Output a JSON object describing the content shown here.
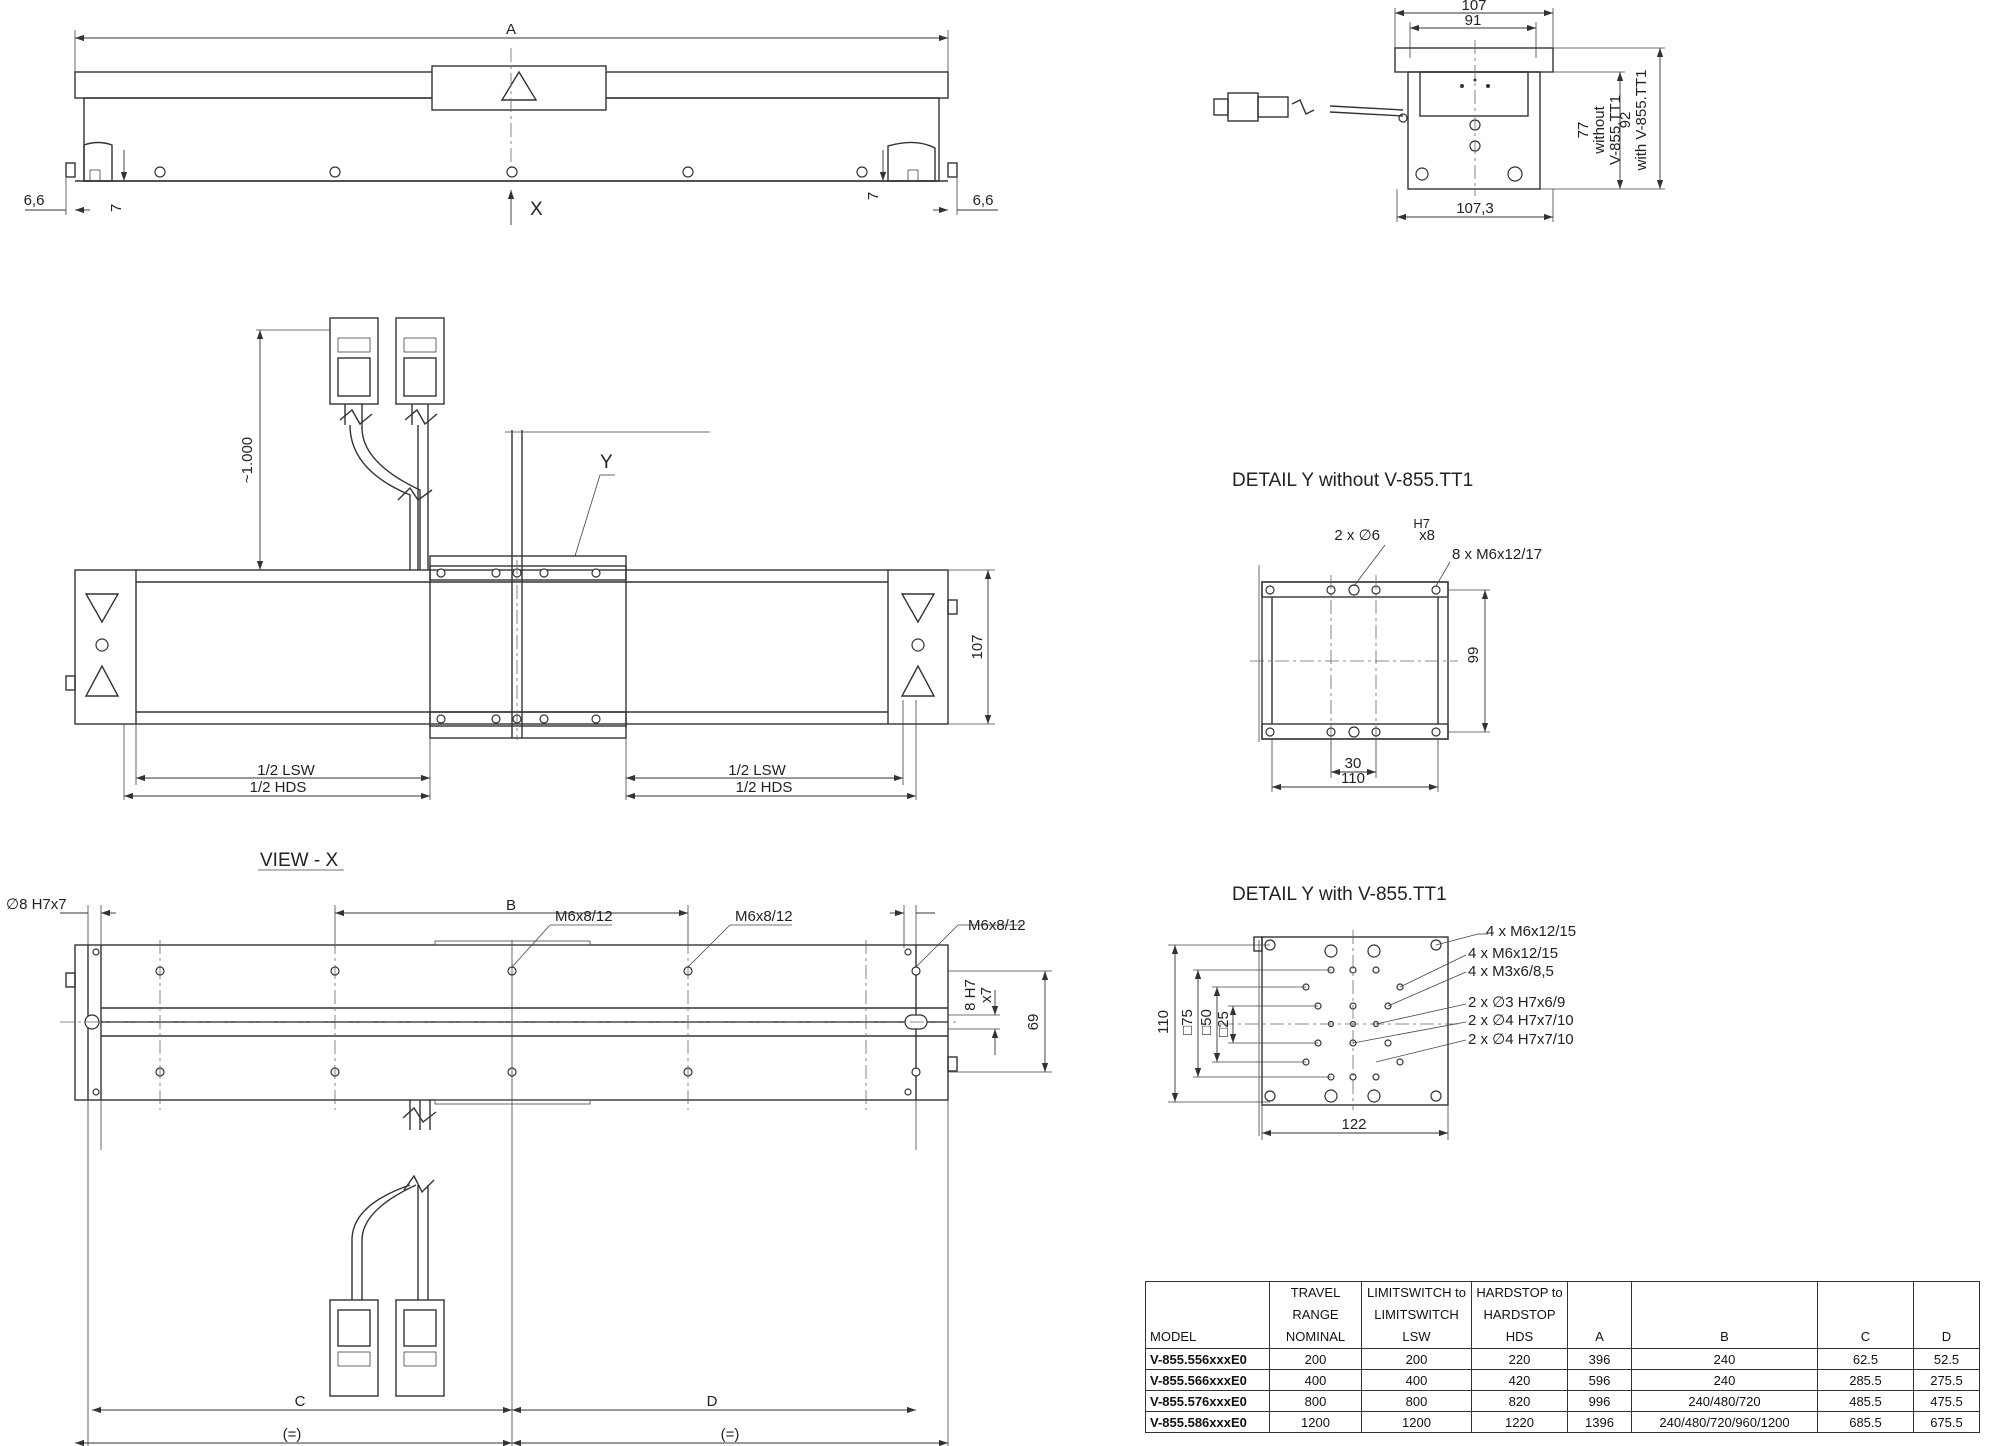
{
  "top_view": {
    "label_A": "A",
    "dim_left": "6,6",
    "dim_right": "6,6",
    "dim_h_left": "7",
    "dim_h_right": "7",
    "arrow_X": "X"
  },
  "end_view": {
    "dim_107": "107",
    "dim_91": "91",
    "dim_107_3": "107,3",
    "dim_77": "77",
    "dim_77_note_1": "without",
    "dim_77_note_2": "V-855.TT1",
    "dim_92": "92",
    "dim_92_note": "with V-855.TT1"
  },
  "plan_view": {
    "cable_len": "~1.000",
    "label_Y": "Y",
    "height_107": "107",
    "lsw_left": "1/2 LSW",
    "hds_left": "1/2 HDS",
    "lsw_right": "1/2 LSW",
    "hds_right": "1/2 HDS"
  },
  "detail_without": {
    "title": "DETAIL Y without V-855.TT1",
    "hole_prefix": "2 x ∅6",
    "hole_h7": "H7",
    "hole_depth": "x8",
    "thread": "8 x M6x12/17",
    "dim_99": "99",
    "dim_30": "30",
    "dim_110": "110"
  },
  "view_x": {
    "title": "VIEW - X",
    "pin": "∅8 H7x7",
    "label_B": "B",
    "thread_1": "M6x8/12",
    "thread_2": "M6x8/12",
    "thread_3": "M6x8/12",
    "slot_h7": "8 H7",
    "slot_x7": "x7",
    "dim_69": "69",
    "label_C": "C",
    "label_D": "D",
    "eq_left": "(=)",
    "eq_right": "(=)"
  },
  "detail_with": {
    "title": "DETAIL Y with V-855.TT1",
    "note_1": "4 x M6x12/15",
    "note_2": "4 x M6x12/15",
    "note_3": "4 x M3x6/8,5",
    "note_4": "2 x ∅3 H7x6/9",
    "note_5": "2 x ∅4 H7x7/10",
    "note_6": "2 x ∅4 H7x7/10",
    "dim_110": "110",
    "dim_75": "□75",
    "dim_50": "□50",
    "dim_25": "□25",
    "dim_122": "122"
  },
  "table": {
    "headers": {
      "model": "MODEL",
      "travel_1": "TRAVEL",
      "travel_2": "RANGE",
      "travel_3": "NOMINAL",
      "lsw_1": "LIMITSWITCH to",
      "lsw_2": "LIMITSWITCH",
      "lsw_3": "LSW",
      "hds_1": "HARDSTOP to",
      "hds_2": "HARDSTOP",
      "hds_3": "HDS",
      "a": "A",
      "b": "B",
      "c": "C",
      "d": "D"
    },
    "rows": [
      [
        "V-855.556xxxE0",
        "200",
        "200",
        "220",
        "396",
        "240",
        "62.5",
        "52.5"
      ],
      [
        "V-855.566xxxE0",
        "400",
        "400",
        "420",
        "596",
        "240",
        "285.5",
        "275.5"
      ],
      [
        "V-855.576xxxE0",
        "800",
        "800",
        "820",
        "996",
        "240/480/720",
        "485.5",
        "475.5"
      ],
      [
        "V-855.586xxxE0",
        "1200",
        "1200",
        "1220",
        "1396",
        "240/480/720/960/1200",
        "685.5",
        "675.5"
      ]
    ]
  }
}
